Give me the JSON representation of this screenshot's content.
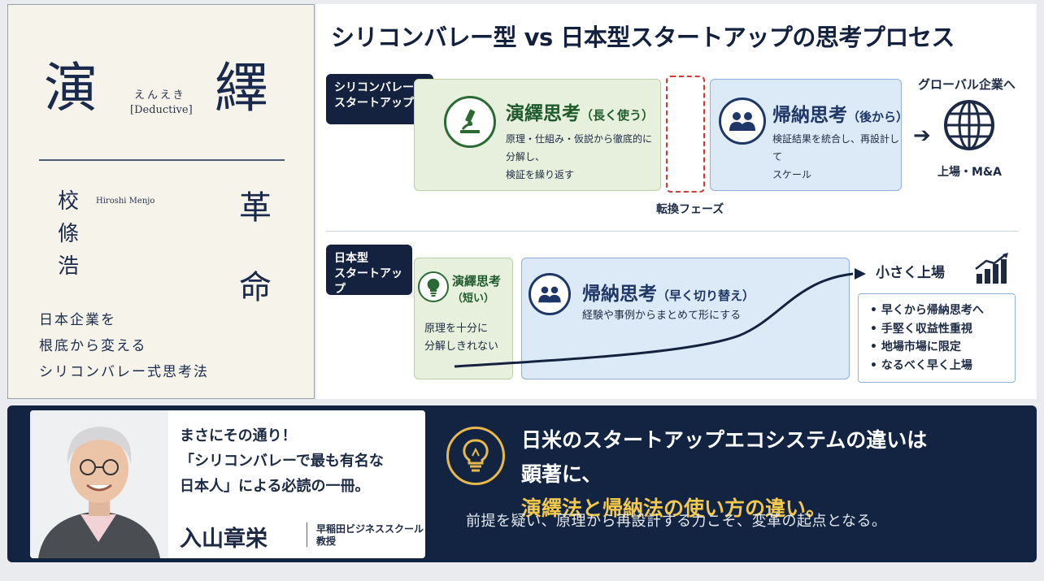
{
  "book": {
    "title_char1": "演",
    "title_char2": "繹",
    "ruby": "えんえき",
    "deductive": "[Deductive]",
    "author_chars": [
      "校",
      "條",
      "浩"
    ],
    "author_romaji": "Hiroshi Menjo",
    "side_char1": "革",
    "side_char2": "命",
    "tagline": [
      "日本企業を",
      "根底から変える",
      "シリコンバレー式思考法"
    ]
  },
  "diagram": {
    "title": "シリコンバレー型 vs 日本型スタートアップの思考プロセス",
    "sv": {
      "tag": [
        "シリコンバレー型",
        "スタートアップ"
      ],
      "deductive_title": "演繹思考",
      "deductive_sub": "（長く使う）",
      "deductive_desc": [
        "原理・仕組み・仮説から徹底的に分解し、",
        "検証を繰り返す"
      ],
      "phase_label": "転換フェーズ",
      "inductive_title": "帰納思考",
      "inductive_sub": "（後から）",
      "inductive_desc": [
        "検証結果を統合し、再設計して",
        "スケール"
      ],
      "goal_label": "グローバル企業へ",
      "exit_label": "上場・M&A"
    },
    "jp": {
      "tag": [
        "日本型",
        "スタートアップ"
      ],
      "deductive_title": "演繹思考",
      "deductive_sub": "（短い）",
      "deductive_desc": [
        "原理を十分に",
        "分解しきれない"
      ],
      "inductive_title": "帰納思考",
      "inductive_sub": "（早く切り替え）",
      "inductive_desc": "経験や事例からまとめて形にする",
      "goal_label": "小さく上場",
      "points": [
        "早くから帰納思考へ",
        "手堅く収益性重視",
        "地場市場に限定",
        "なるべく早く上場"
      ]
    }
  },
  "banner": {
    "quote": [
      "まさにその通り！",
      "「シリコンバレーで最も有名な",
      "日本人」による必読の一冊。"
    ],
    "person_name": "入山章栄",
    "affiliation": [
      "早稲田ビジネススクール",
      "教授"
    ],
    "headline_line1": "日米のスタートアップエコシステムの違いは",
    "headline_line2_prefix": "顕著に、",
    "headline_line2_highlight": "演繹法と帰納法の使い方の違い。",
    "tagline": "前提を疑い、原理から再設計する力こそ、変革の起点となる。"
  },
  "colors": {
    "navy": "#132442",
    "green_box": "#e6f0dc",
    "blue_box": "#dce9f7",
    "accent_yellow": "#f2c94c",
    "dashed_red": "#d23a3a"
  },
  "icons": [
    "microscope-icon",
    "people-icon",
    "lightbulb-icon",
    "globe-icon",
    "arrow-right-icon",
    "bar-chart-up-icon"
  ]
}
